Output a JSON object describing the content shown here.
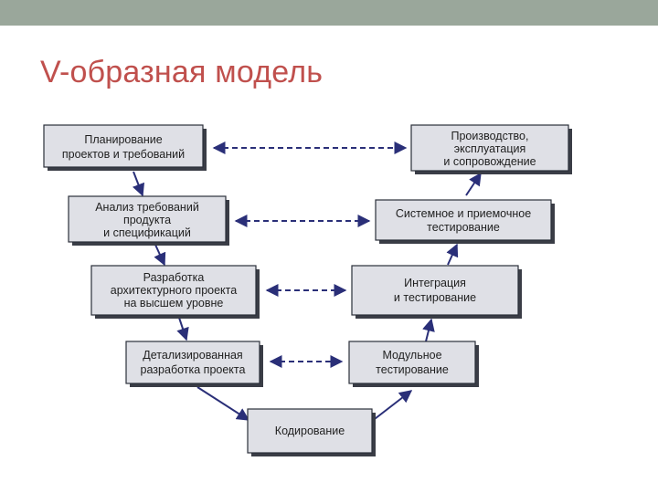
{
  "slide": {
    "title": "V-образная модель"
  },
  "diagram": {
    "left": [
      [
        "Планирование",
        "проектов и требований"
      ],
      [
        "Анализ требований",
        "продукта",
        "и спецификаций"
      ],
      [
        "Разработка",
        "архитектурного проекта",
        "на высшем уровне"
      ],
      [
        "Детализированная",
        "разработка проекта"
      ]
    ],
    "right": [
      [
        "Производство,",
        "эксплуатация",
        "и сопровождение"
      ],
      [
        "Системное и приемочное",
        "тестирование"
      ],
      [
        "Интеграция",
        "и тестирование"
      ],
      [
        "Модульное",
        "тестирование"
      ]
    ],
    "bottom": [
      "Кодирование"
    ]
  },
  "colors": {
    "accent_title": "#c0504d",
    "top_bar": "#9aa79b",
    "box_fill": "#dfe0e6",
    "arrow": "#2a2f78"
  }
}
